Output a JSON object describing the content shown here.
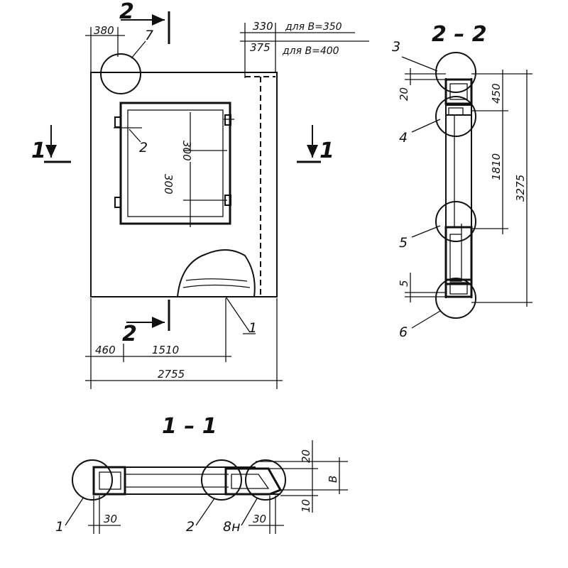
{
  "front_view": {
    "dim_top_left": "380",
    "dim_top_right_1": "330",
    "dim_top_right_2": "375",
    "note_1": "для B=350",
    "note_2": "для B=400",
    "dim_bottom_1": "460",
    "dim_bottom_2": "1510",
    "dim_overall": "2755",
    "dim_opening_1": "300",
    "dim_opening_2": "300",
    "section_mark_2": "2",
    "section_mark_1": "1",
    "callout_7": "7",
    "callout_2": "2",
    "callout_1": "1"
  },
  "section_2_2": {
    "title": "2 – 2",
    "dim_20": "20",
    "dim_450": "450",
    "dim_1810": "1810",
    "dim_3275": "3275",
    "dim_5": "5",
    "callout_3": "3",
    "callout_4": "4",
    "callout_5": "5",
    "callout_6": "6"
  },
  "section_1_1": {
    "title": "1 – 1",
    "dim_20": "20",
    "dim_10": "10",
    "dim_B": "B",
    "dim_30_left": "30",
    "dim_30_right": "30",
    "callout_1": "1",
    "callout_2": "2",
    "callout_8n": "8н"
  }
}
